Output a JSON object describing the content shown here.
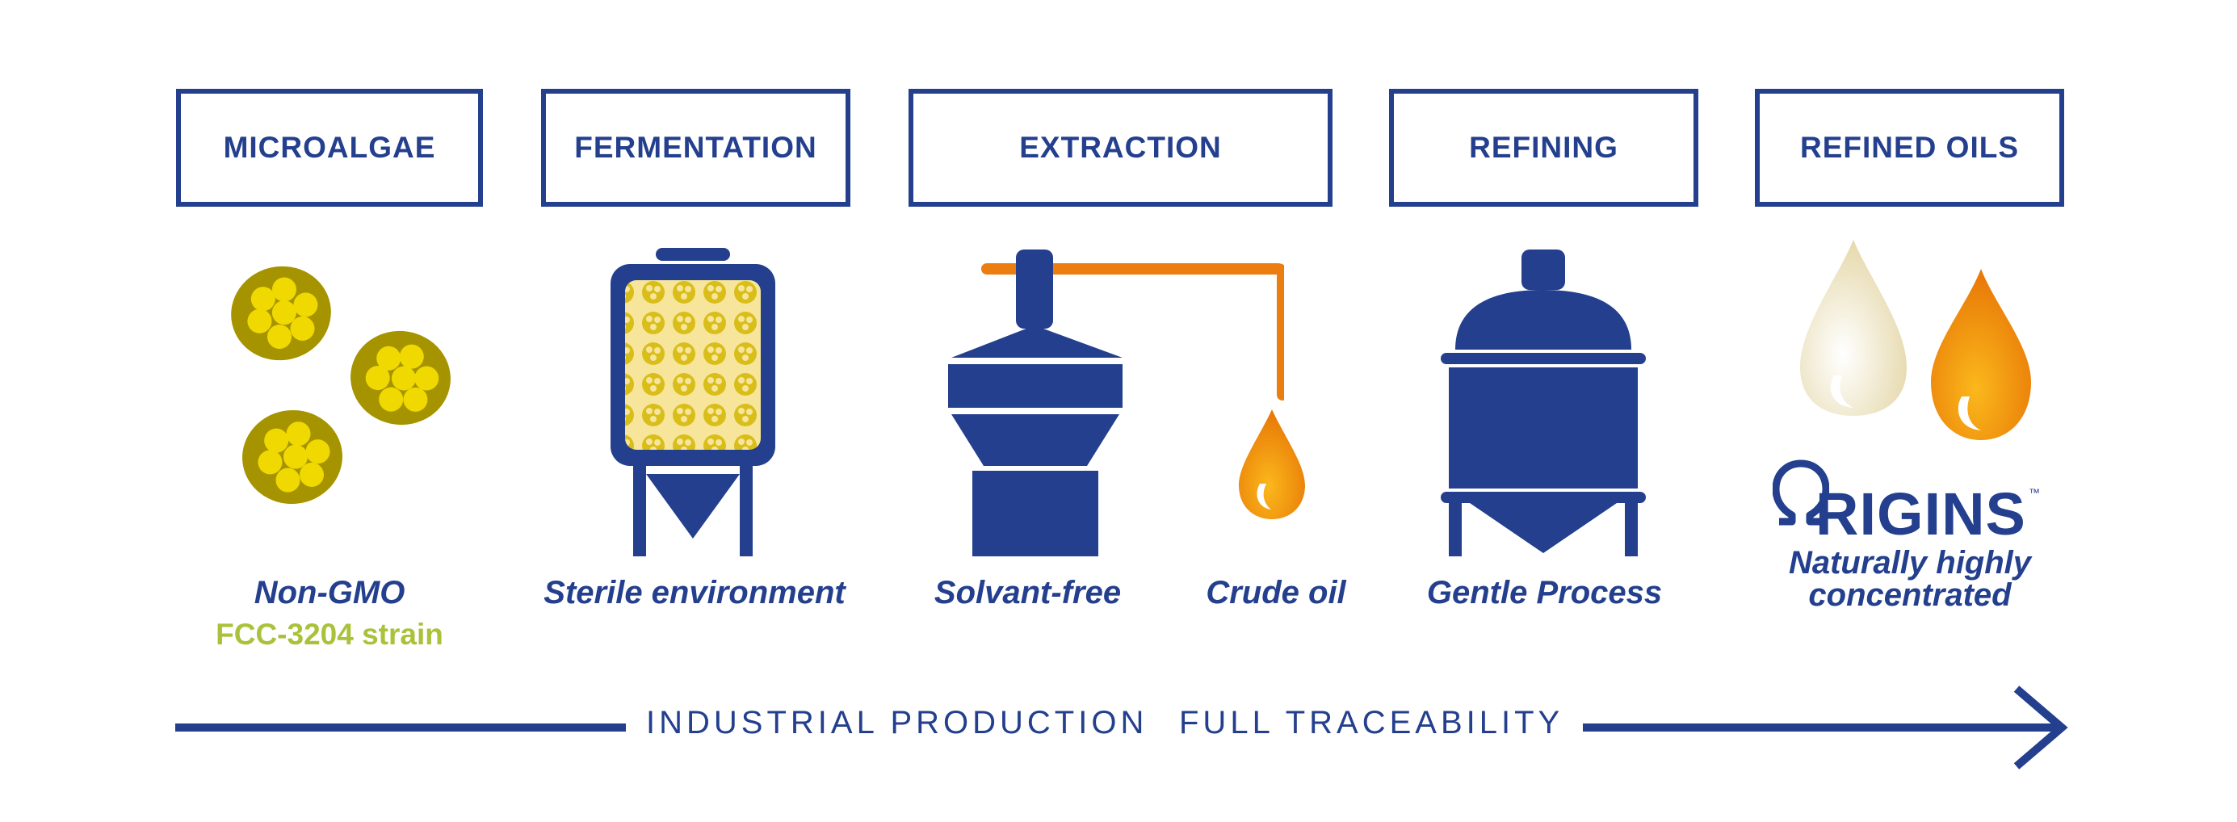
{
  "stages": [
    {
      "label": "MICROALGAE"
    },
    {
      "label": "FERMENTATION"
    },
    {
      "label": "EXTRACTION"
    },
    {
      "label": "REFINING"
    },
    {
      "label": "REFINED OILS"
    }
  ],
  "captions": {
    "non_gmo": "Non-GMO",
    "strain": "FCC-3204 strain",
    "sterile": "Sterile environment",
    "solvant_free": "Solvant-free",
    "crude_oil": "Crude oil",
    "gentle": "Gentle Process",
    "naturally_line1": "Naturally highly",
    "naturally_line2": "concentrated"
  },
  "brand": {
    "name": "RIGINS",
    "trademark": "™"
  },
  "bottom": {
    "industrial": "INDUSTRIAL PRODUCTION",
    "traceability": "FULL TRACEABILITY"
  },
  "colors": {
    "navy": "#233f8d",
    "orange": "#ec7d10",
    "olive": "#a59400",
    "yellow": "#f0d900",
    "green": "#a9c23a",
    "cream": "#efe5c6"
  },
  "icons": [
    "microalgae-cells-icon",
    "fermenter-tank-icon",
    "distillation-still-icon",
    "oil-drop-icon",
    "refining-tank-icon",
    "refined-oil-drops-icon",
    "omega-logo-icon",
    "arrow-right-icon"
  ]
}
